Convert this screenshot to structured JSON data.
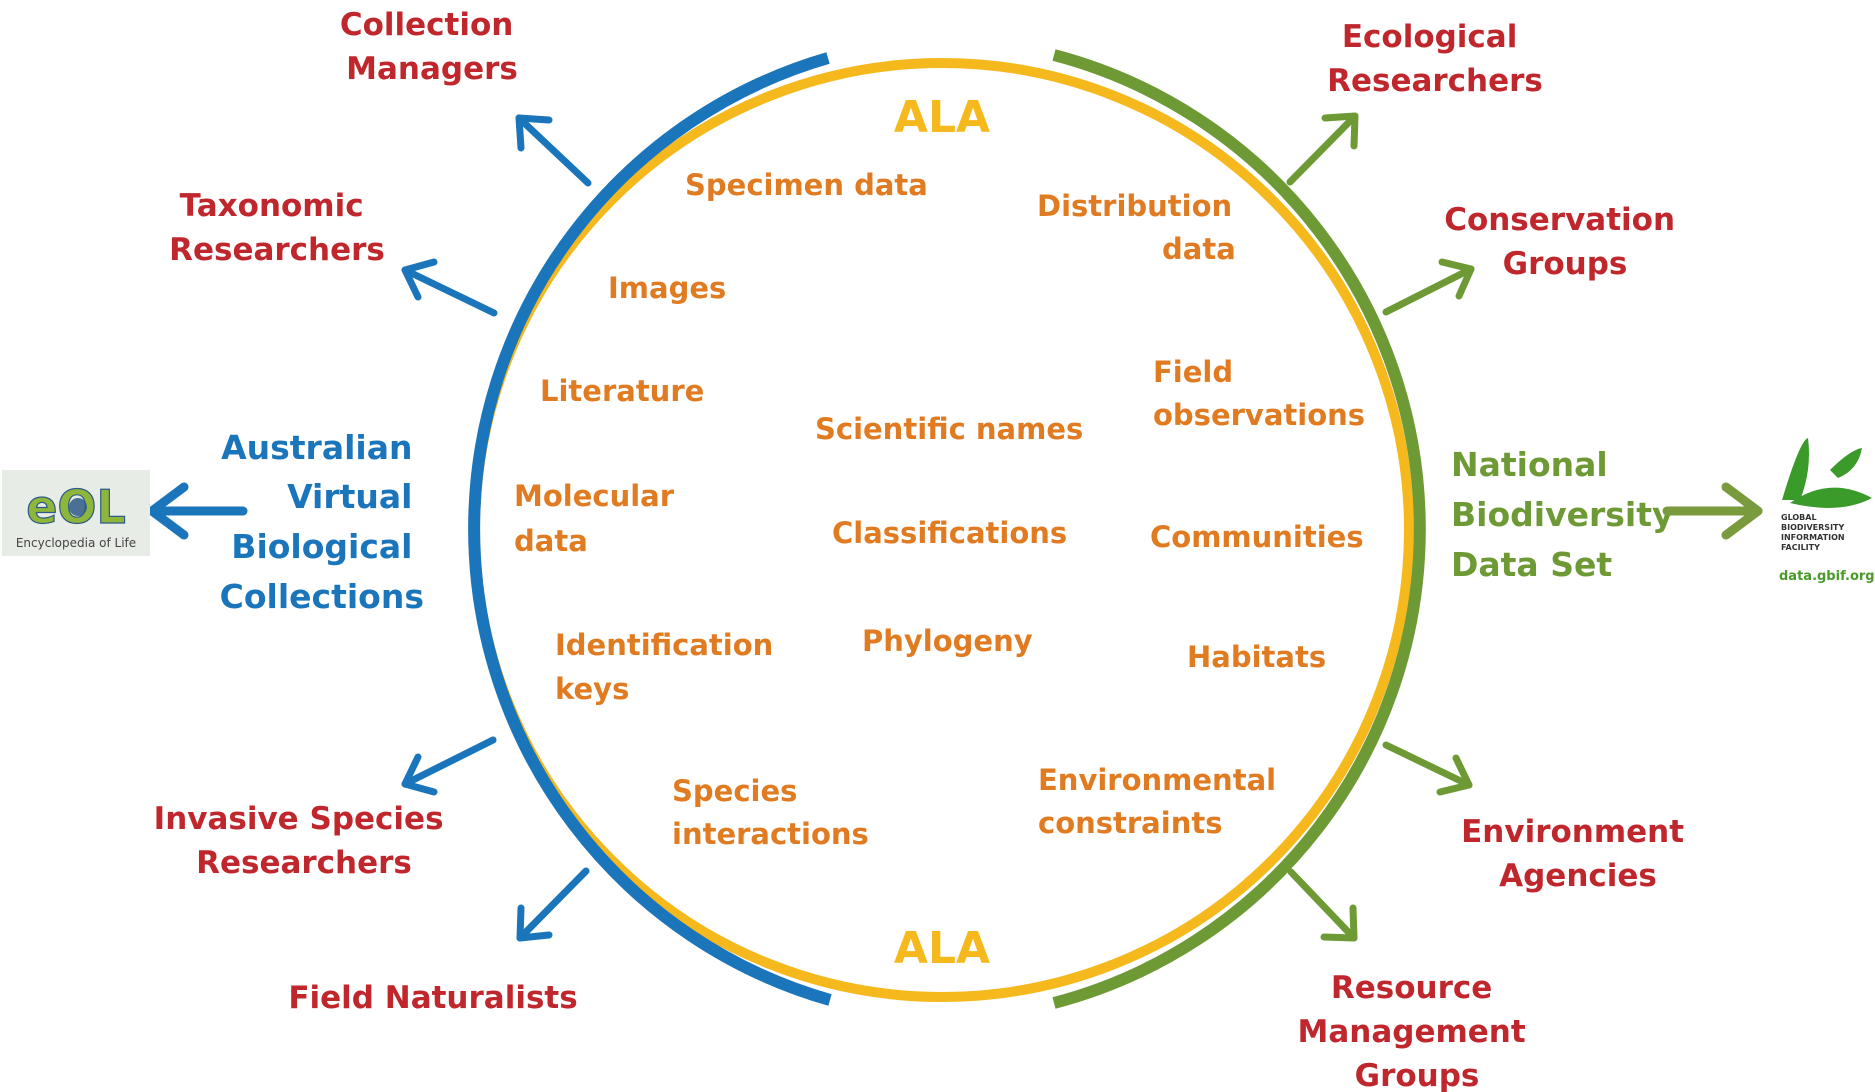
{
  "ala_top": "ALA",
  "ala_bottom": "ALA",
  "data_types": {
    "specimen": "Specimen data",
    "distribution": [
      "Distribution",
      "data"
    ],
    "images": "Images",
    "literature": "Literature",
    "scientific_names": "Scientific names",
    "field_obs": [
      "Field",
      "observations"
    ],
    "molecular": [
      "Molecular",
      "data"
    ],
    "classifications": "Classifications",
    "communities": "Communities",
    "identification": [
      "Identification",
      "keys"
    ],
    "phylogeny": "Phylogeny",
    "habitats": "Habitats",
    "species_interactions": [
      "Species",
      "interactions"
    ],
    "environmental": [
      "Environmental",
      "constraints"
    ]
  },
  "users": {
    "collection_managers": [
      "Collection",
      "Managers"
    ],
    "taxonomic": [
      "Taxonomic",
      "Researchers"
    ],
    "invasive": [
      "Invasive Species",
      "Researchers"
    ],
    "field_naturalists": "Field Naturalists",
    "ecological": [
      "Ecological",
      "Researchers"
    ],
    "conservation": [
      "Conservation",
      "Groups"
    ],
    "environment_agencies": [
      "Environment",
      "Agencies"
    ],
    "resource_management": [
      "Resource",
      "Management",
      "Groups"
    ]
  },
  "left_label": [
    "Australian",
    "Virtual",
    "Biological",
    "Collections"
  ],
  "right_label": [
    "National",
    "Biodiversity",
    "Data Set"
  ],
  "eol": {
    "logo": "eOL",
    "tagline": "Encyclopedia of Life"
  },
  "gbif": {
    "logo_lines": [
      "GLOBAL",
      "BIODIVERSITY",
      "INFORMATION",
      "FACILITY"
    ],
    "url": "data.gbif.org"
  },
  "colors": {
    "blue": "#1a75bb",
    "green": "#6e9a36",
    "yellow": "#f5b91d",
    "red": "#c0272d",
    "orange": "#e07b22"
  }
}
